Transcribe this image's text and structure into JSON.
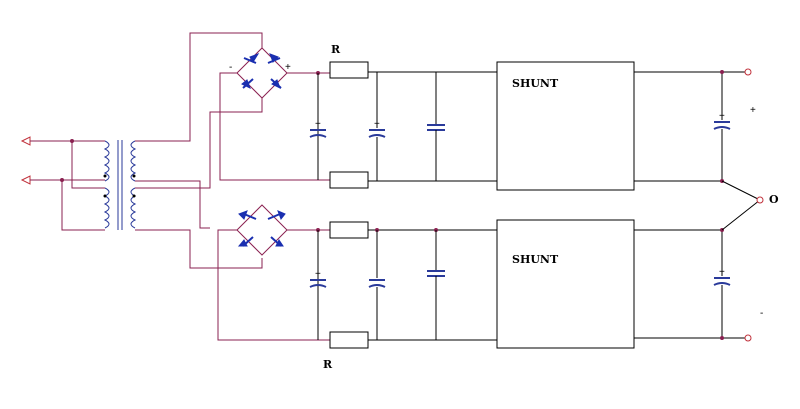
{
  "diagram": {
    "type": "power-supply-schematic",
    "labels": {
      "resistor_top": "R",
      "resistor_bottom": "R",
      "shunt_top": "SHUNT",
      "shunt_bottom": "SHUNT",
      "output_positive": "+",
      "output_zero": "O",
      "output_negative": "-",
      "bridge_minus": "-",
      "bridge_plus": "+",
      "cap_polarity": "+"
    },
    "colors": {
      "wire": "#000000",
      "magenta_wire": "#8a2050",
      "blue_component": "#1a2fb0",
      "terminal": "#c0303a"
    }
  }
}
